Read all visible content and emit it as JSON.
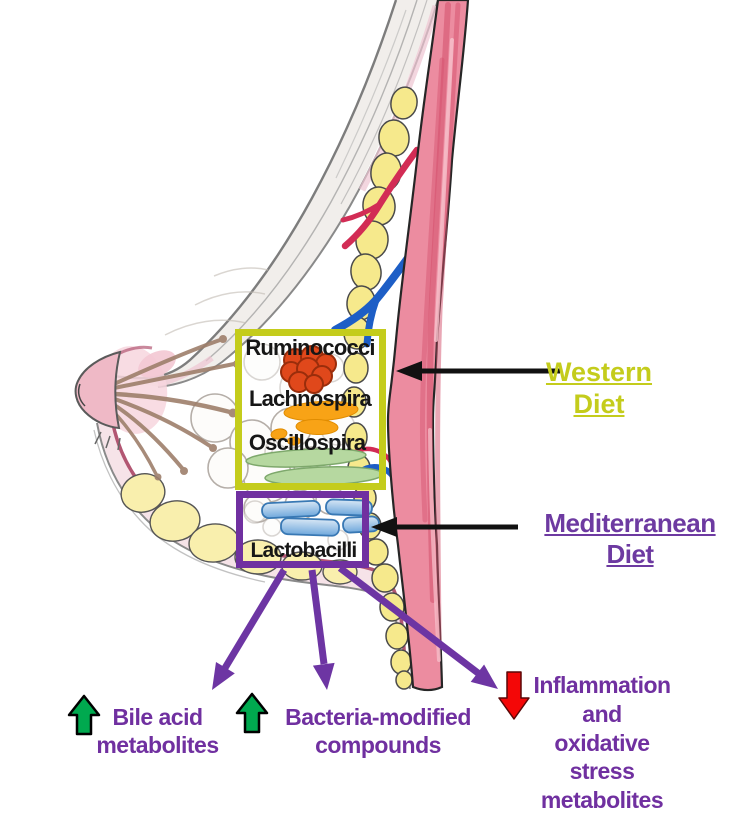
{
  "figure": {
    "background": "#ffffff",
    "illustration": "breast-anatomy-cross-section"
  },
  "boxes": {
    "western": {
      "border_color": "#c4cc1c",
      "bacteria": [
        {
          "label": "Ruminococci",
          "icon": "cocci-cluster-icon",
          "icon_color": "#e0481b"
        },
        {
          "label": "Lachnospira",
          "icon": "irregular-blob-icon",
          "icon_color": "#f8a316"
        },
        {
          "label": "Oscillospira",
          "icon": "oval-rod-icon",
          "icon_color": "#b6d8a0"
        }
      ]
    },
    "mediterranean": {
      "border_color": "#7030a0",
      "bacteria": [
        {
          "label": "Lactobacilli",
          "icon": "capsule-rod-icon",
          "icon_color": "#6fa8dc"
        }
      ]
    }
  },
  "diet_labels": {
    "western": {
      "lines": [
        "Western",
        "Diet"
      ],
      "color": "#c4cc1c",
      "arrow": "left-arrow-icon",
      "arrow_color": "#111111"
    },
    "mediterranean": {
      "lines": [
        "Mediterranean",
        "Diet"
      ],
      "color": "#6d3aa1",
      "arrow": "left-arrow-icon",
      "arrow_color": "#111111"
    }
  },
  "outcomes": [
    {
      "lines": [
        "Bile acid",
        "metabolites"
      ],
      "direction": "increase",
      "arrow": "up-arrow-icon",
      "arrow_color": "#00a94f",
      "text_color": "#7030a0"
    },
    {
      "lines": [
        "Bacteria-modified",
        "compounds"
      ],
      "direction": "increase",
      "arrow": "up-arrow-icon",
      "arrow_color": "#00a94f",
      "text_color": "#7030a0"
    },
    {
      "lines": [
        "Inflammation",
        "and",
        "oxidative",
        "stress",
        "metabolites"
      ],
      "direction": "decrease",
      "arrow": "down-arrow-icon",
      "arrow_color": "#f40000",
      "text_color": "#7030a0"
    }
  ]
}
